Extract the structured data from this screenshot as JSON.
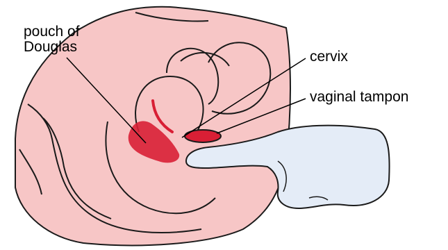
{
  "labels": {
    "pouch_of_douglas_line1": "pouch of",
    "pouch_of_douglas_line2": "Douglas",
    "cervix": "cervix",
    "vaginal_tampon": "vaginal tampon"
  },
  "colors": {
    "body": "#f7c6c6",
    "outline": "#1a1a1a",
    "blood": "#d81f35",
    "glove": "#e4ecf7",
    "background": "#ffffff"
  }
}
